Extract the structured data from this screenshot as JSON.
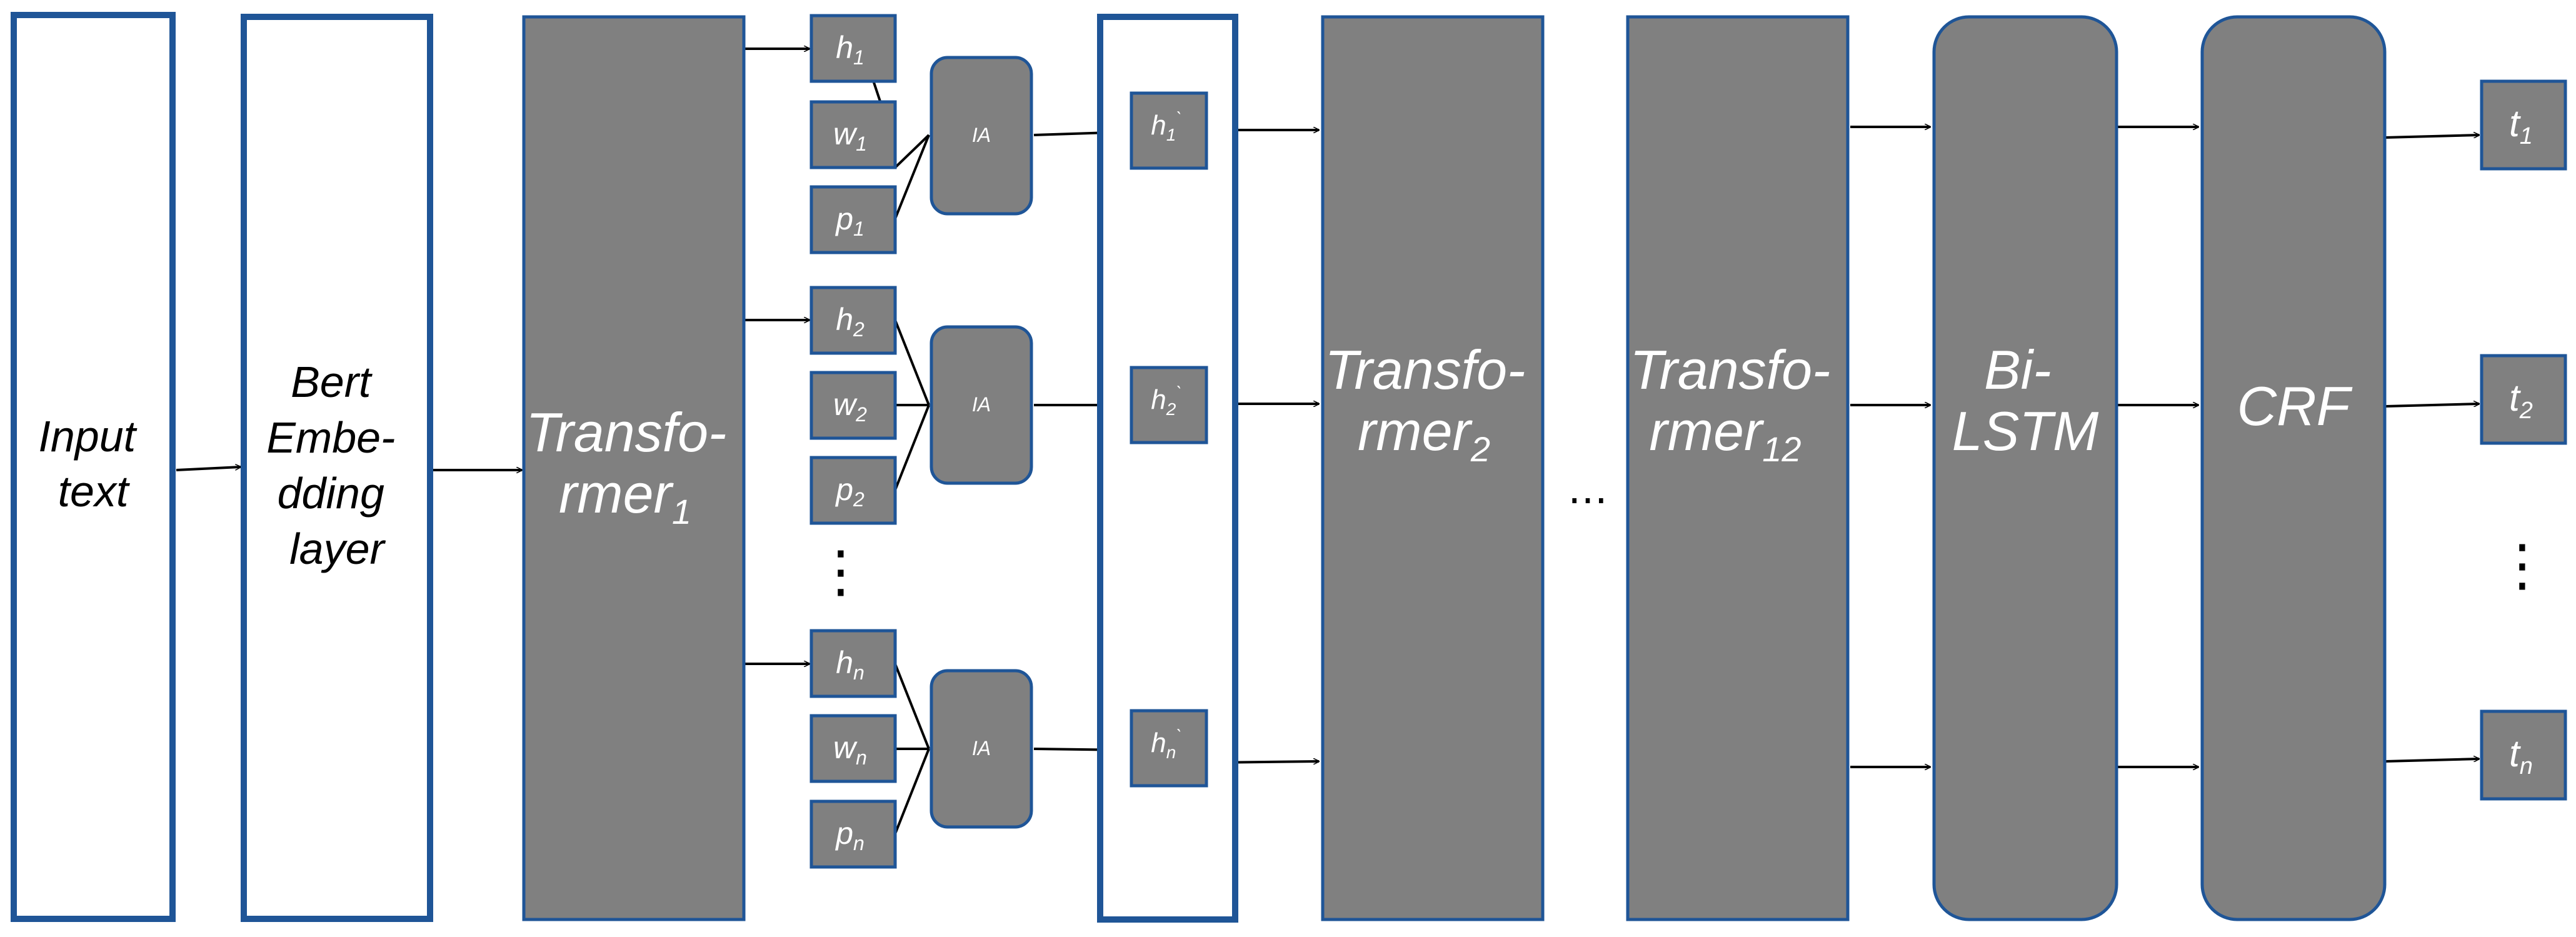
{
  "colors": {
    "box_fill": "#808080",
    "border": "#1f5597",
    "arrow": "#000000",
    "text_on_gray": "#ffffff",
    "text_on_white": "#000000"
  },
  "blocks": {
    "input_text": [
      "Input",
      "text"
    ],
    "bert": [
      "Bert",
      "Embe-",
      "dding",
      "layer"
    ],
    "transformer1": {
      "lines": [
        "Transfo-",
        "rmer"
      ],
      "sub": "1"
    },
    "transformer2": {
      "lines": [
        "Transfo-",
        "rmer"
      ],
      "sub": "2"
    },
    "transformer12": {
      "lines": [
        "Transfo-",
        "rmer"
      ],
      "sub": "12"
    },
    "bilstm": [
      "Bi-",
      "LSTM"
    ],
    "crf": "CRF"
  },
  "groups": [
    {
      "h": {
        "base": "h",
        "sub": "1"
      },
      "w": {
        "base": "w",
        "sub": "1"
      },
      "p": {
        "base": "p",
        "sub": "1"
      },
      "ia": "IA",
      "hp": {
        "base": "h",
        "sub": "1",
        "mark": "`"
      },
      "t": {
        "base": "t",
        "sub": "1"
      }
    },
    {
      "h": {
        "base": "h",
        "sub": "2"
      },
      "w": {
        "base": "w",
        "sub": "2"
      },
      "p": {
        "base": "p",
        "sub": "2"
      },
      "ia": "IA",
      "hp": {
        "base": "h",
        "sub": "2",
        "mark": "`"
      },
      "t": {
        "base": "t",
        "sub": "2"
      }
    },
    {
      "h": {
        "base": "h",
        "sub": "n"
      },
      "w": {
        "base": "w",
        "sub": "n"
      },
      "p": {
        "base": "p",
        "sub": "n"
      },
      "ia": "IA",
      "hp": {
        "base": "h",
        "sub": "n",
        "mark": "`"
      },
      "t": {
        "base": "t",
        "sub": "n"
      }
    }
  ],
  "ellipsis": {
    "vertical": "⋮",
    "horizontal": "…"
  }
}
